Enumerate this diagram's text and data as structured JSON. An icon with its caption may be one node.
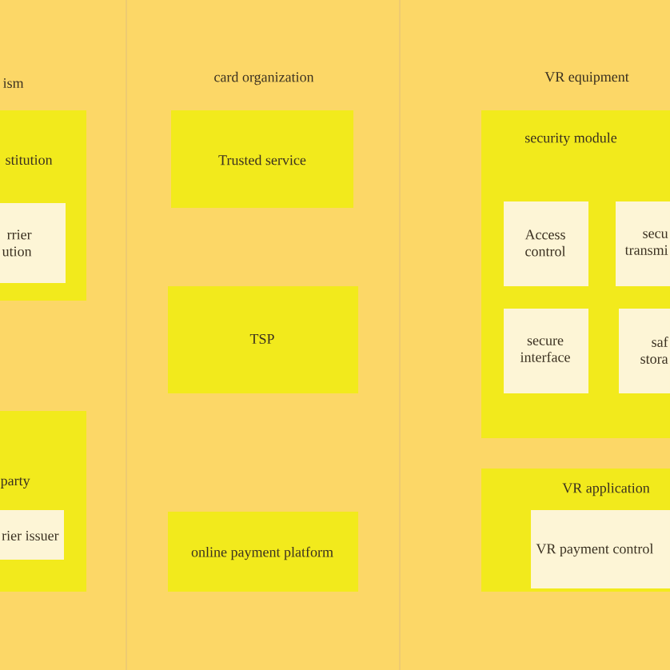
{
  "diagram": {
    "nodes": [
      {
        "text": [
          "stitution"
        ]
      },
      {
        "text": [
          "rrier ution"
        ],
        "in": 0
      },
      {
        "text": [
          "party"
        ]
      },
      {
        "text": [
          "rier issuer"
        ],
        "in": 2
      },
      {
        "text": [
          "Trusted service"
        ]
      },
      {
        "text": [
          "TSP"
        ]
      },
      {
        "text": [
          "online payment platform"
        ]
      },
      {
        "text": [
          "security module"
        ]
      },
      {
        "text": [
          "Access control"
        ],
        "in": 7
      },
      {
        "text": [
          "secu transmi"
        ],
        "in": 7
      },
      {
        "text": [
          "secure interface"
        ],
        "in": 7
      },
      {
        "text": [
          "saf stora"
        ],
        "in": 7
      },
      {
        "text": [
          "VR application"
        ]
      },
      {
        "text": [
          "VR payment control"
        ],
        "in": 12
      }
    ],
    "labels": [
      "ism",
      "card organization",
      "VR equipment"
    ]
  }
}
